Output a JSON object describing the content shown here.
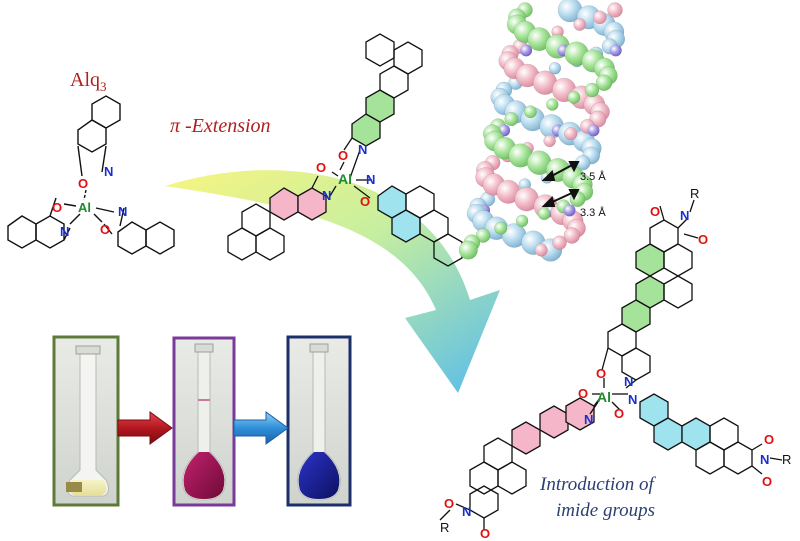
{
  "labels": {
    "alq3_main": "Alq",
    "alq3_sub": "3",
    "pi_extension": "π -Extension",
    "introduction_line1": "Introduction of",
    "introduction_line2": "imide groups",
    "distance_1": "3.5 Å",
    "distance_2": "3.3 Å"
  },
  "atoms": {
    "aluminum": "Al",
    "oxygen": "O",
    "nitrogen": "N",
    "r_group": "R"
  },
  "colors": {
    "red_title": "#b01e1e",
    "navy_text": "#2b3f73",
    "al_green": "#1f8a2e",
    "oxygen_red": "#e01010",
    "nitrogen_blue": "#1a2fd0",
    "pink_ring": "#f4b6c8",
    "green_ring": "#a6e39a",
    "cyan_ring": "#9fe3ef",
    "arrow_red": "#b3161e",
    "arrow_blue": "#2f8fd8",
    "frame_green": "#5d7a3a",
    "frame_purple": "#7a3a9a",
    "frame_navy": "#1d2f6a"
  }
}
